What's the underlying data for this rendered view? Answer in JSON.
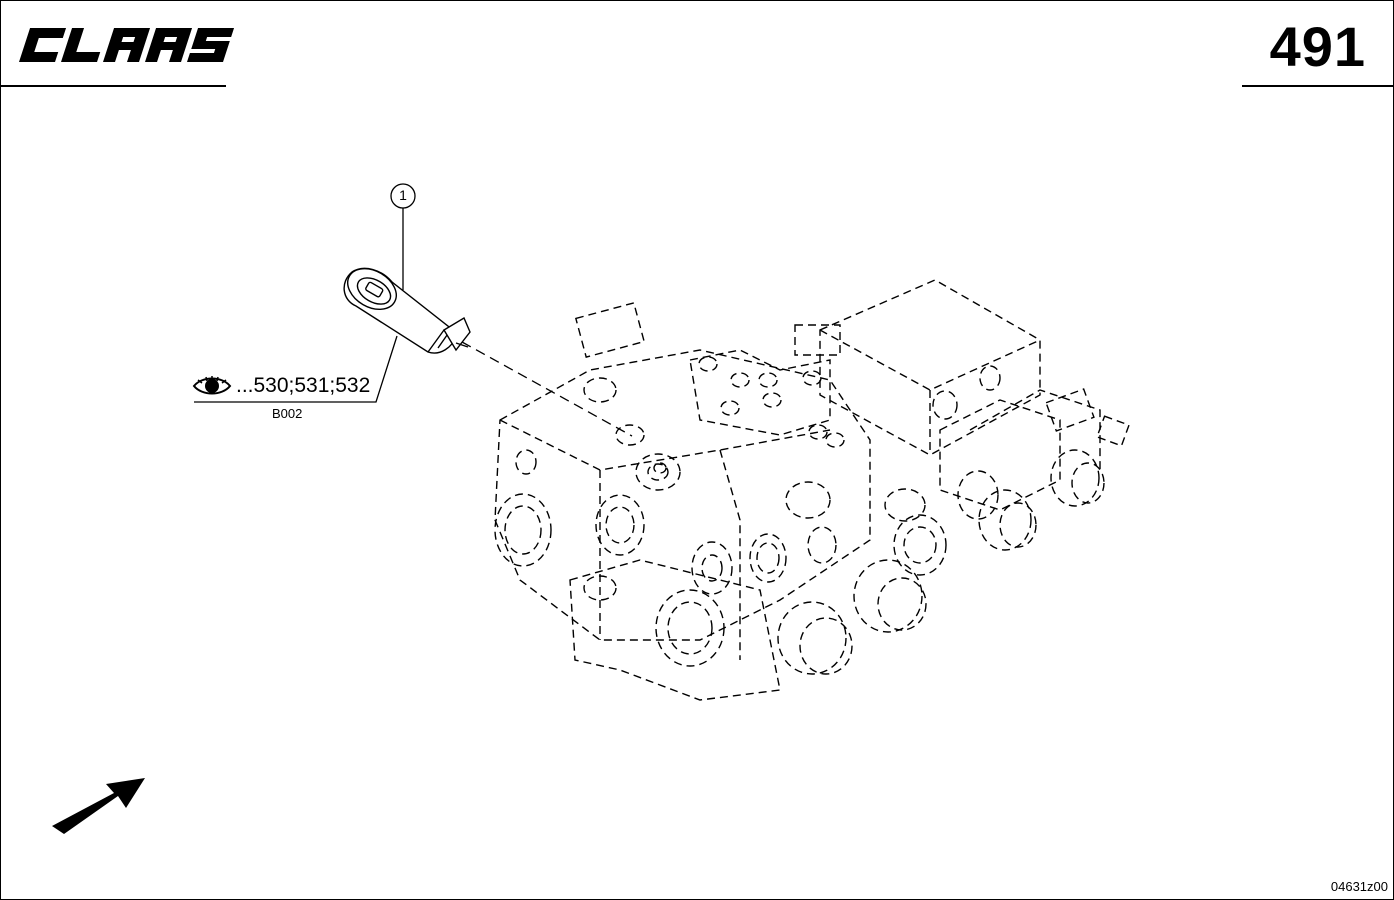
{
  "header": {
    "brand": "CLAAS",
    "page_number": "491"
  },
  "callout": {
    "item_number": "1",
    "reference_pages": "...530;531;532",
    "part_code": "B002"
  },
  "footer": {
    "drawing_id": "04631z00"
  },
  "icons": {
    "view_reference": "eye-icon",
    "orientation": "direction-arrow-icon"
  },
  "colors": {
    "ink": "#000000",
    "paper": "#ffffff"
  }
}
